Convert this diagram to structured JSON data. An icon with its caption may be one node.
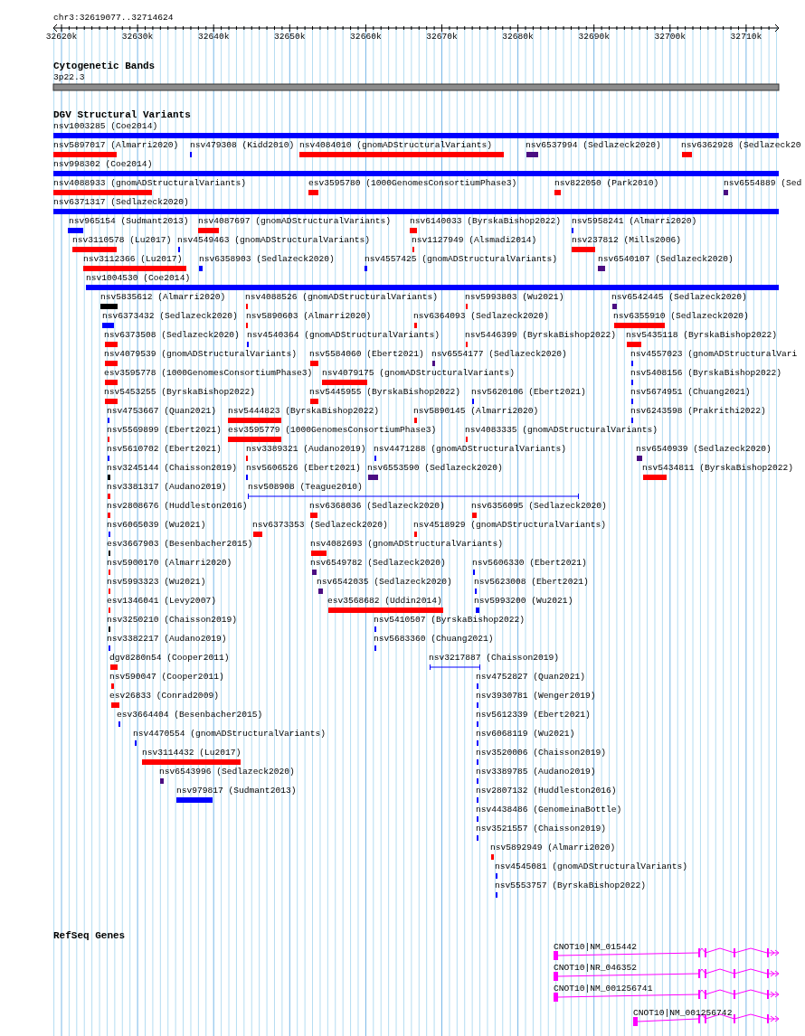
{
  "diagram": {
    "labels": [
      "chr3:32619077..32714624",
      "32620k",
      "32630k",
      "32640k",
      "32650k",
      "32660k",
      "32670k",
      "32680k",
      "32690k",
      "32700k",
      "32710k",
      "Cytogenetic Bands",
      "3p22.3",
      "DGV Structural Variants",
      "nsv1003285 (Coe2014)",
      "nsv5897017 (Almarri2020)",
      "nsv479308 (Kidd2010)",
      "nsv4084010 (gnomADStructuralVariants)",
      "nsv6537994 (Sedlazeck2020)",
      "nsv6362928 (Sedlazeck20",
      "nsv998302 (Coe2014)",
      "nsv4088933 (gnomADStructuralVariants)",
      "esv3595780 (1000GenomesConsortiumPhase3)",
      "nsv822050 (Park2010)",
      "nsv6554889 (Sed",
      "nsv6371317 (Sedlazeck2020)",
      "nsv965154 (Sudmant2013)",
      "nsv4087697 (gnomADStructuralVariants)",
      "nsv6140033 (ByrskaBishop2022)",
      "nsv5958241 (Almarri2020)",
      "nsv3110578 (Lu2017)",
      "nsv4549463 (gnomADStructuralVariants)",
      "nsv1127949 (Alsmadi2014)",
      "nsv237812 (Mills2006)",
      "nsv3112366 (Lu2017)",
      "nsv6358903 (Sedlazeck2020)",
      "nsv4557425 (gnomADStructuralVariants)",
      "nsv6540107 (Sedlazeck2020)",
      "nsv1004530 (Coe2014)",
      "nsv5835612 (Almarri2020)",
      "nsv4088526 (gnomADStructuralVariants)",
      "nsv5993803 (Wu2021)",
      "nsv6542445 (Sedlazeck2020)",
      "nsv6373432 (Sedlazeck2020)",
      "nsv5890603 (Almarri2020)",
      "nsv6364093 (Sedlazeck2020)",
      "nsv6355910 (Sedlazeck2020)",
      "nsv6373508 (Sedlazeck2020)",
      "nsv4540364 (gnomADStructuralVariants)",
      "nsv5446399 (ByrskaBishop2022)",
      "nsv5435118 (ByrskaBishop2022)",
      "nsv4079539 (gnomADStructuralVariants)",
      "nsv5584060 (Ebert2021)",
      "nsv6554177 (Sedlazeck2020)",
      "nsv4557023 (gnomADStructuralVari",
      "esv3595778 (1000GenomesConsortiumPhase3)",
      "nsv4079175 (gnomADStructuralVariants)",
      "nsv5408156 (ByrskaBishop2022)",
      "nsv5453255 (ByrskaBishop2022)",
      "nsv5445955 (ByrskaBishop2022)",
      "nsv5620106 (Ebert2021)",
      "nsv5674951 (Chuang2021)",
      "nsv4753667 (Quan2021)",
      "nsv5444823 (ByrskaBishop2022)",
      "nsv5890145 (Almarri2020)",
      "nsv6243598 (Prakrithi2022)",
      "nsv5569899 (Ebert2021)",
      "esv3595779 (1000GenomesConsortiumPhase3)",
      "nsv4083335 (gnomADStructuralVariants)",
      "nsv5610702 (Ebert2021)",
      "nsv3389321 (Audano2019)",
      "nsv4471288 (gnomADStructuralVariants)",
      "nsv6540939 (Sedlazeck2020)",
      "nsv3245144 (Chaisson2019)",
      "nsv5606526 (Ebert2021)",
      "nsv6553590 (Sedlazeck2020)",
      "nsv5434811 (ByrskaBishop2022)",
      "nsv3381317 (Audano2019)",
      "nsv508908 (Teague2010)",
      "nsv2808676 (Huddleston2016)",
      "nsv6368036 (Sedlazeck2020)",
      "nsv6356095 (Sedlazeck2020)",
      "nsv6065039 (Wu2021)",
      "nsv6373353 (Sedlazeck2020)",
      "nsv4518929 (gnomADStructuralVariants)",
      "esv3667903 (Besenbacher2015)",
      "nsv4082693 (gnomADStructuralVariants)",
      "nsv5900170 (Almarri2020)",
      "nsv6549782 (Sedlazeck2020)",
      "nsv5606330 (Ebert2021)",
      "nsv5993323 (Wu2021)",
      "nsv6542035 (Sedlazeck2020)",
      "nsv5623008 (Ebert2021)",
      "esv1346041 (Levy2007)",
      "esv3568682 (Uddin2014)",
      "nsv5993200 (Wu2021)",
      "nsv3250210 (Chaisson2019)",
      "nsv5410507 (ByrskaBishop2022)",
      "nsv3382217 (Audano2019)",
      "nsv5683360 (Chuang2021)",
      "dgv8280n54 (Cooper2011)",
      "nsv3217887 (Chaisson2019)",
      "nsv590047 (Cooper2011)",
      "nsv4752827 (Quan2021)",
      "esv26833 (Conrad2009)",
      "nsv3930781 (Wenger2019)",
      "esv3664404 (Besenbacher2015)",
      "nsv5612339 (Ebert2021)",
      "nsv4470554 (gnomADStructuralVariants)",
      "nsv6068119 (Wu2021)",
      "nsv3114432 (Lu2017)",
      "nsv3520006 (Chaisson2019)",
      "nsv6543996 (Sedlazeck2020)",
      "nsv3389785 (Audano2019)",
      "nsv979817 (Sudmant2013)",
      "nsv2807132 (Huddleston2016)",
      "nsv4438486 (GenomeinaBottle)",
      "nsv3521557 (Chaisson2019)",
      "nsv5892949 (Almarri2020)",
      "nsv4545081 (gnomADStructuralVariants)",
      "nsv5553757 (ByrskaBishop2022)",
      "RefSeq Genes",
      "CNOT10|NM_015442",
      "CNOT10|NR_046352",
      "CNOT10|NM_001256741",
      "CNOT10|NM_001256742"
    ]
  }
}
